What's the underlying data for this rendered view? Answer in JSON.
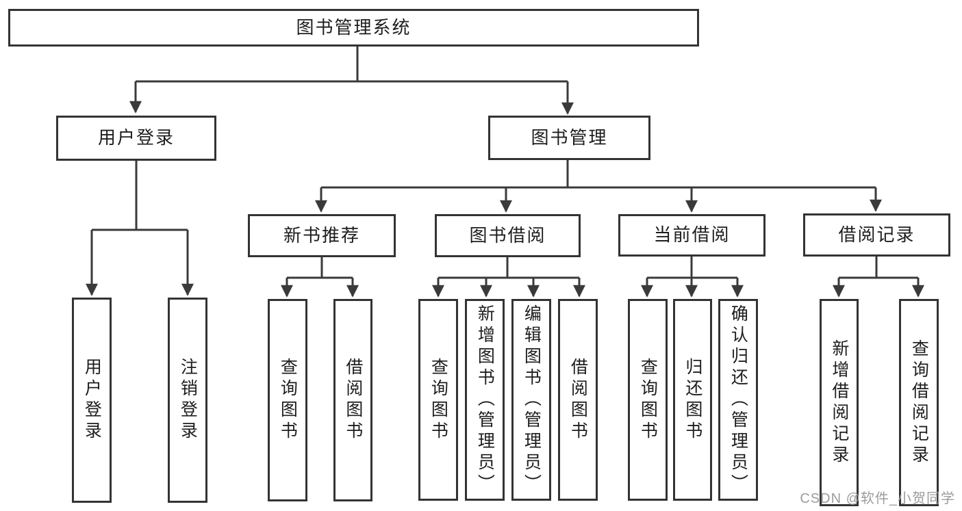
{
  "diagram": {
    "title": "图书管理系统",
    "nodes": {
      "root": {
        "label": "图书管理系统"
      },
      "user_login": {
        "label": "用户登录"
      },
      "book_management": {
        "label": "图书管理"
      },
      "new_book_recommend": {
        "label": "新书推荐"
      },
      "book_borrowing": {
        "label": "图书借阅"
      },
      "current_borrowing": {
        "label": "当前借阅"
      },
      "borrowing_records": {
        "label": "借阅记录"
      },
      "leaf_user_login": {
        "label": "用户登录"
      },
      "leaf_logout": {
        "label": "注销登录"
      },
      "leaf_query_books_recommend": {
        "label": "查询图书"
      },
      "leaf_borrow_books_recommend": {
        "label": "借阅图书"
      },
      "leaf_query_books_borrowing": {
        "label": "查询图书"
      },
      "leaf_add_books_admin": {
        "label": "新增图书（管理员）"
      },
      "leaf_edit_books_admin": {
        "label": "编辑图书（管理员）"
      },
      "leaf_borrow_books_borrowing": {
        "label": "借阅图书"
      },
      "leaf_query_books_current": {
        "label": "查询图书"
      },
      "leaf_return_books": {
        "label": "归还图书"
      },
      "leaf_confirm_return_admin": {
        "label": "确认归还（管理员）"
      },
      "leaf_add_borrow_record": {
        "label": "新增借阅记录"
      },
      "leaf_query_borrow_record": {
        "label": "查询借阅记录"
      }
    },
    "structure": {
      "图书管理系统": {
        "用户登录": [
          "用户登录",
          "注销登录"
        ],
        "图书管理": {
          "新书推荐": [
            "查询图书",
            "借阅图书"
          ],
          "图书借阅": [
            "查询图书",
            "新增图书（管理员）",
            "编辑图书（管理员）",
            "借阅图书"
          ],
          "当前借阅": [
            "查询图书",
            "归还图书",
            "确认归还（管理员）"
          ],
          "借阅记录": [
            "新增借阅记录",
            "查询借阅记录"
          ]
        }
      }
    }
  },
  "watermark": {
    "text": "CSDN @软件_小贺同学"
  },
  "colors": {
    "background": "#ffffff",
    "line": "#3a3a3a",
    "box_border": "#333333",
    "text": "#1d1d1d",
    "watermark": "#9c9c9c"
  }
}
